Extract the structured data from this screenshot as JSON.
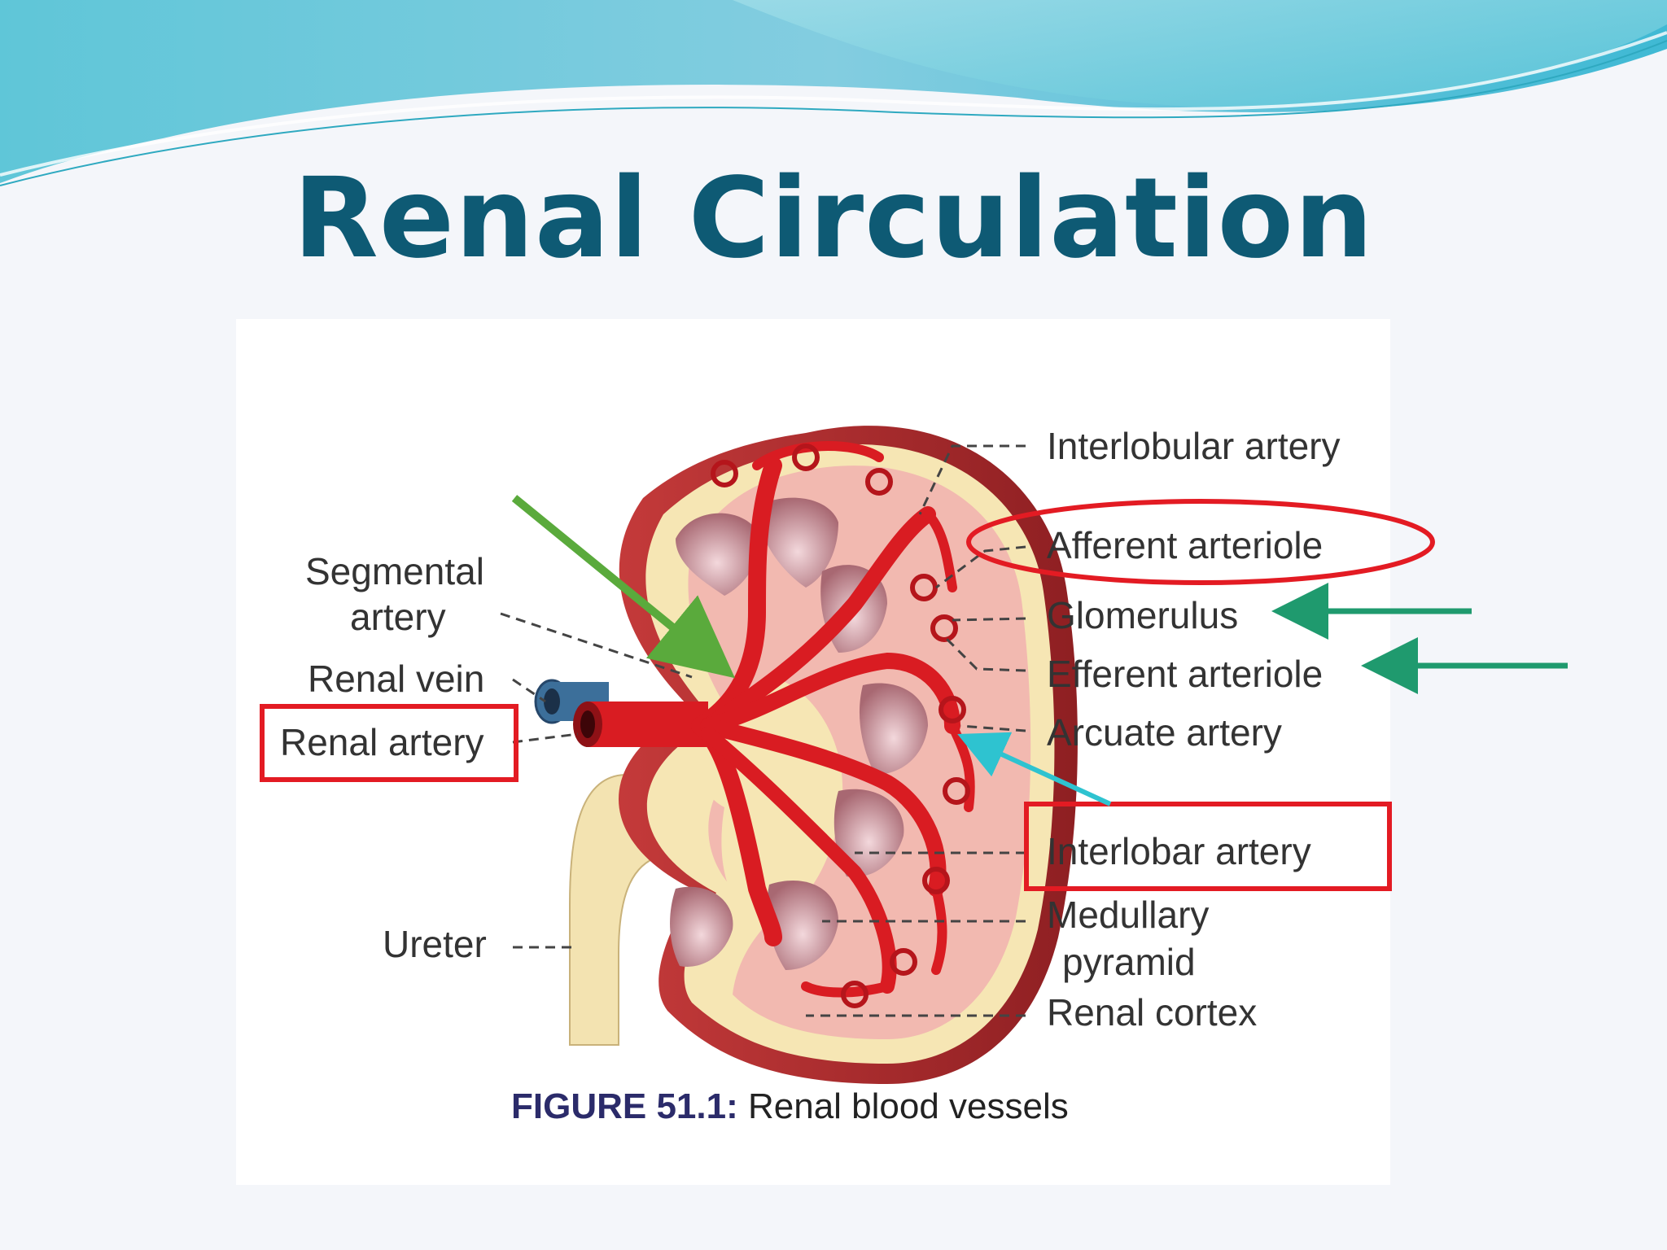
{
  "slide": {
    "title": "Renal Circulation"
  },
  "figure": {
    "labels": {
      "interlobular_artery": "Interlobular artery",
      "afferent_arteriole": "Afferent arteriole",
      "glomerulus": "Glomerulus",
      "efferent_arteriole": "Efferent arteriole",
      "arcuate_artery": "Arcuate artery",
      "interlobar_artery": "Interlobar artery",
      "medullary_pyramid_1": "Medullary",
      "medullary_pyramid_2": "pyramid",
      "renal_cortex": "Renal cortex",
      "segmental_artery_1": "Segmental",
      "segmental_artery_2": "artery",
      "renal_vein": "Renal vein",
      "renal_artery": "Renal artery",
      "ureter": "Ureter"
    },
    "caption": {
      "number": "FIGURE 51.1:",
      "text": " Renal blood vessels"
    }
  },
  "colors": {
    "title": "#0e5a74",
    "highlight_box": "#e31b23",
    "arrow_green_light": "#5aaa3c",
    "arrow_green_dark": "#1f9a6e",
    "arrow_cyan": "#2ec3d0",
    "artery": "#d91c22",
    "cortex": "#f2b9b0",
    "medulla_pale": "#f6e6b4",
    "vein": "#3c6f9a"
  }
}
